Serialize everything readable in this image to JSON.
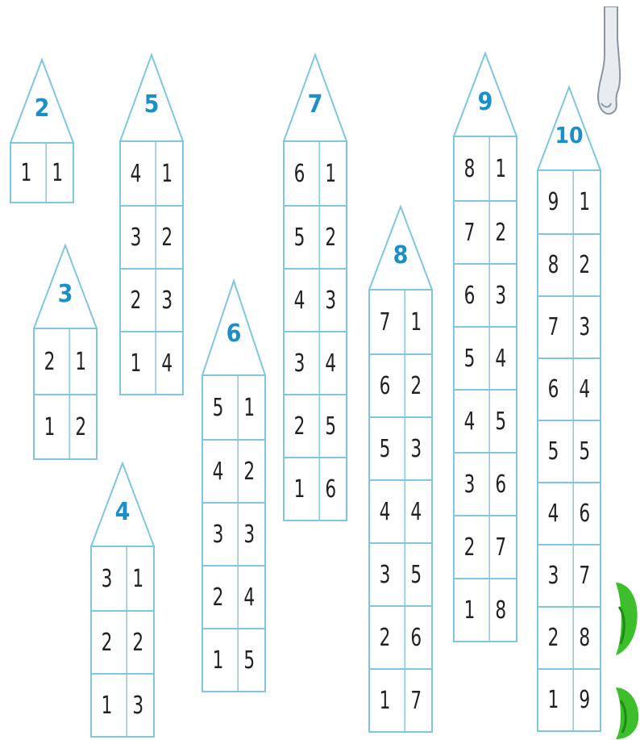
{
  "houses": [
    {
      "roof": "2",
      "rows": [
        [
          "1",
          "1"
        ]
      ]
    },
    {
      "roof": "3",
      "rows": [
        [
          "2",
          "1"
        ],
        [
          "1",
          "2"
        ]
      ]
    },
    {
      "roof": "4",
      "rows": [
        [
          "3",
          "1"
        ],
        [
          "2",
          "2"
        ],
        [
          "1",
          "3"
        ]
      ]
    },
    {
      "roof": "5",
      "rows": [
        [
          "4",
          "1"
        ],
        [
          "3",
          "2"
        ],
        [
          "2",
          "3"
        ],
        [
          "1",
          "4"
        ]
      ]
    },
    {
      "roof": "6",
      "rows": [
        [
          "5",
          "1"
        ],
        [
          "4",
          "2"
        ],
        [
          "3",
          "3"
        ],
        [
          "2",
          "4"
        ],
        [
          "1",
          "5"
        ]
      ]
    },
    {
      "roof": "7",
      "rows": [
        [
          "6",
          "1"
        ],
        [
          "5",
          "2"
        ],
        [
          "4",
          "3"
        ],
        [
          "3",
          "4"
        ],
        [
          "2",
          "5"
        ],
        [
          "1",
          "6"
        ]
      ]
    },
    {
      "roof": "8",
      "rows": [
        [
          "7",
          "1"
        ],
        [
          "6",
          "2"
        ],
        [
          "5",
          "3"
        ],
        [
          "4",
          "4"
        ],
        [
          "3",
          "5"
        ],
        [
          "2",
          "6"
        ],
        [
          "1",
          "7"
        ]
      ]
    },
    {
      "roof": "9",
      "rows": [
        [
          "8",
          "1"
        ],
        [
          "7",
          "2"
        ],
        [
          "6",
          "3"
        ],
        [
          "5",
          "4"
        ],
        [
          "4",
          "5"
        ],
        [
          "3",
          "6"
        ],
        [
          "2",
          "7"
        ],
        [
          "1",
          "8"
        ]
      ]
    },
    {
      "roof": "10",
      "rows": [
        [
          "9",
          "1"
        ],
        [
          "8",
          "2"
        ],
        [
          "7",
          "3"
        ],
        [
          "6",
          "4"
        ],
        [
          "5",
          "5"
        ],
        [
          "4",
          "6"
        ],
        [
          "3",
          "7"
        ],
        [
          "2",
          "8"
        ],
        [
          "1",
          "9"
        ]
      ]
    }
  ],
  "colors": {
    "roof_number": "#1c8fc8",
    "outline": "#7fc6e0",
    "digit": "#222222",
    "leaf": "#3cbf2a"
  }
}
